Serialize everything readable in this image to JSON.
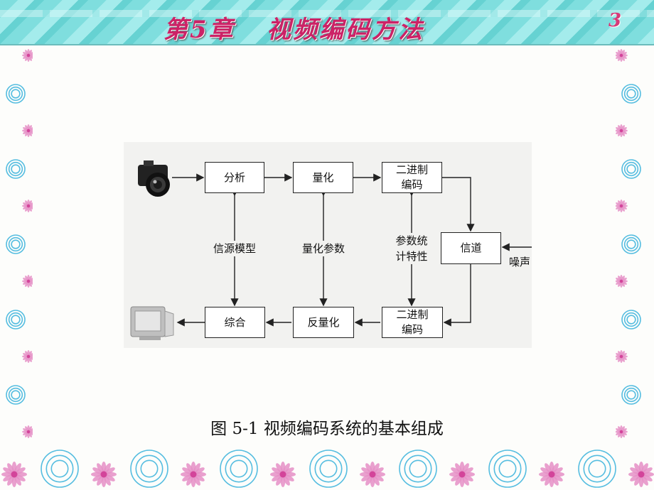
{
  "header": {
    "title": "第5章   视频编码方法",
    "page_number": "3",
    "band_colors": [
      "#7fdede",
      "#a4ecec",
      "#66d2d2"
    ],
    "title_color": "#cc2266"
  },
  "decor": {
    "flower_color": "#e58fc6",
    "ring_color": "#55bde0"
  },
  "diagram": {
    "nodes": {
      "analysis": "分析",
      "quantize": "量化",
      "binary_encode": "二进制\n编码",
      "channel": "信道",
      "synthesis": "综合",
      "dequantize": "反量化",
      "binary_decode": "二进制\n编码"
    },
    "edge_labels": {
      "source_model": "信源模型",
      "quant_params": "量化参数",
      "param_stats": "参数统\n计特性",
      "noise": "噪声"
    },
    "icons": {
      "input": "camera-icon",
      "output": "monitor-icon"
    },
    "caption": "图 5-1  视频编码系统的基本组成"
  }
}
